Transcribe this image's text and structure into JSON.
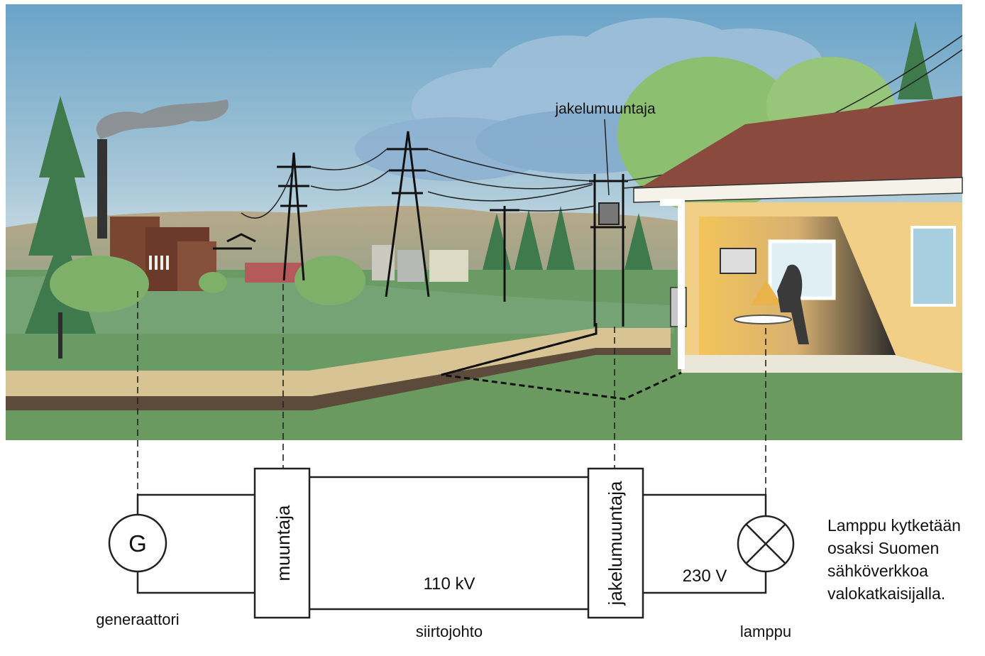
{
  "labels": {
    "distribution_transformer_top": "jakelumuuntaja",
    "generator_symbol": "G",
    "generator": "generaattori",
    "transformer": "muuntaja",
    "distribution_transformer_box": "jakelumuuntaja",
    "voltage_transmission": "110 kV",
    "transmission_line": "siirtojohto",
    "voltage_household": "230 V",
    "lamp": "lamppu"
  },
  "caption": {
    "lines": [
      "Lamppu kytketään",
      "osaksi Suomen",
      "sähköverkkoa",
      "valokatkaisijalla."
    ]
  },
  "colors": {
    "sky_top": "#6fa6c9",
    "sky_bottom": "#c9dde6",
    "grass": "#6b9b64",
    "soil": "#d8c394",
    "tree": "#3f7a4c",
    "brick": "#7a4632",
    "house_wall": "#f2cf86",
    "roof": "#8a4a3e"
  }
}
